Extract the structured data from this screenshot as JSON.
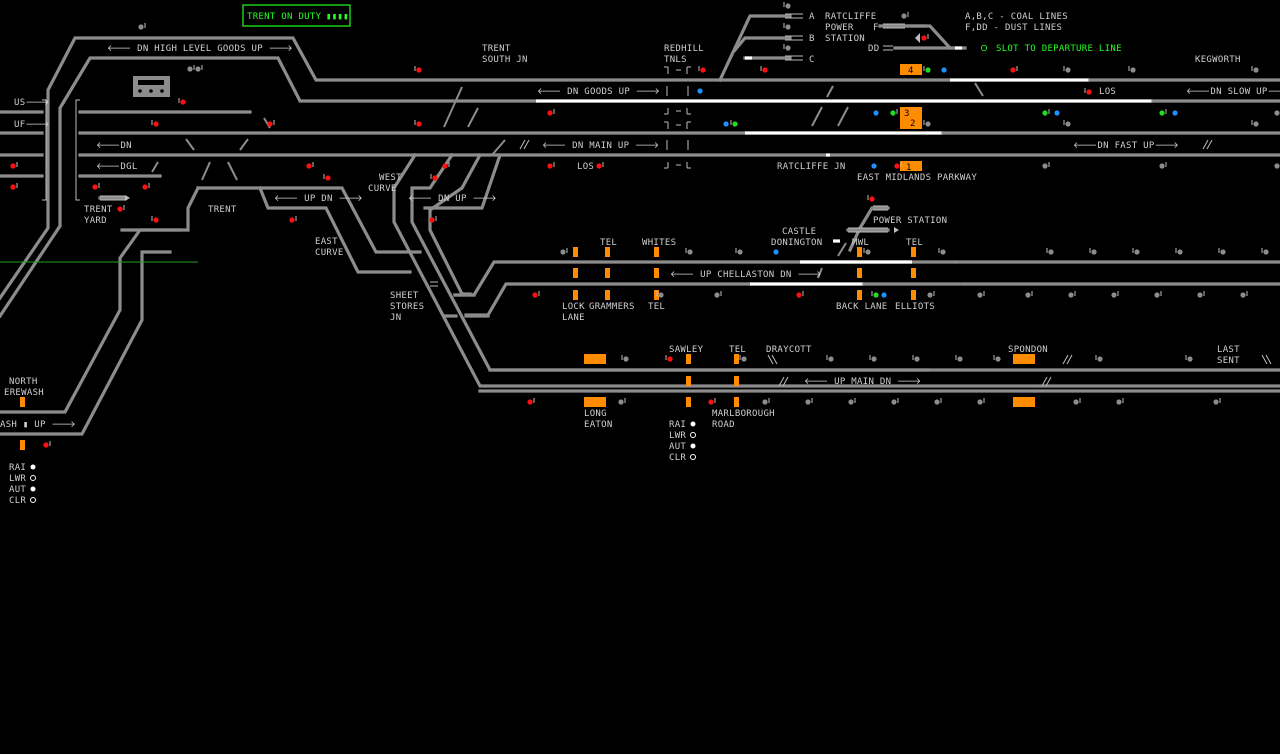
{
  "header": {
    "duty_label": "TRENT   ON DUTY",
    "duty_bars": "▮▮▮▮"
  },
  "key": {
    "line1": "A,B,C - COAL LINES",
    "line2": "F,DD  - DUST LINES",
    "slot": "SLOT TO DEPARTURE LINE"
  },
  "lines": {
    "high_level_goods": "🡐 DN  HIGH LEVEL GOODS  UP 🡒",
    "dn_goods_up": "🡐 DN GOODS UP 🡒",
    "dn_main_up": "🡐 DN MAIN UP 🡒",
    "dn_slow_up": "🡐DN  SLOW  UP🡒",
    "dn_fast_up": "🡐DN  FAST  UP🡒",
    "up_chellaston_dn": "🡐 UP  CHELLASTON  DN 🡒",
    "up_main_dn": "🡐 UP  MAIN  DN 🡒",
    "up_dn_east": "🡐 UP  DN 🡒",
    "dn_up_west": "🡐 DN  UP 🡒",
    "dn_left": "🡐DN",
    "dgl_left": "🡐DGL",
    "us": "US🡒",
    "uf": "UF🡒",
    "ash_up": "ASH ▮ UP 🡒"
  },
  "places": {
    "trent_south_jn": [
      "TRENT",
      "SOUTH JN"
    ],
    "redhill_tnls": [
      "REDHILL",
      "TNLS"
    ],
    "ratcliffe_ps": [
      "RATCLIFFE",
      "POWER",
      "STATION"
    ],
    "kegworth": "KEGWORTH",
    "ratcliffe_jn": "RATCLIFFE JN",
    "east_midlands_parkway": "EAST MIDLANDS PARKWAY",
    "trent_yard": [
      "TRENT",
      "YARD"
    ],
    "trent": "TRENT",
    "west_curve": [
      "WEST",
      "CURVE"
    ],
    "east_curve": [
      "EAST",
      "CURVE"
    ],
    "sheet_stores_jn": [
      "SHEET",
      "STORES",
      "JN"
    ],
    "power_station": "POWER STATION",
    "castle_donington": [
      "CASTLE",
      "DONINGTON"
    ],
    "mwl": "MWL",
    "tel": "TEL",
    "whites": "WHITES",
    "lock_lane": [
      "LOCK",
      "LANE"
    ],
    "grammers": "GRAMMERS",
    "back_lane": "BACK LANE",
    "elliots": "ELLIOTS",
    "sawley": "SAWLEY",
    "draycott": "DRAYCOTT",
    "spondon": "SPONDON",
    "last_sent": [
      "LAST",
      "SENT"
    ],
    "long_eaton": [
      "LONG",
      "EATON"
    ],
    "marlborough_road": [
      "MARLBOROUGH",
      "ROAD"
    ],
    "north_erewash": [
      "NORTH",
      "EREWASH"
    ],
    "los": "LOS"
  },
  "coal_labels": [
    "A",
    "B",
    "C",
    "F",
    "DD"
  ],
  "berths": {
    "b4": "4",
    "b3": "3",
    "b2": "2",
    "b1": "1"
  },
  "legend_a": [
    "RAI",
    "LWR",
    "AUT",
    "CLR"
  ],
  "legend_b": [
    "RAI",
    "LWR",
    "AUT",
    "CLR"
  ],
  "legend_a_states": [
    "filled",
    "open",
    "filled",
    "open"
  ],
  "legend_b_states": [
    "filled",
    "open",
    "filled",
    "open"
  ],
  "colors": {
    "background": "#000000",
    "track": "#8c8c8c",
    "route_set": "#ffffff",
    "signal_danger": "#ff1010",
    "signal_proceed": "#22dd22",
    "auto": "#1e90ff",
    "track_circuit_occupied": "#ff8c00",
    "duty_box": "#22ff22"
  }
}
